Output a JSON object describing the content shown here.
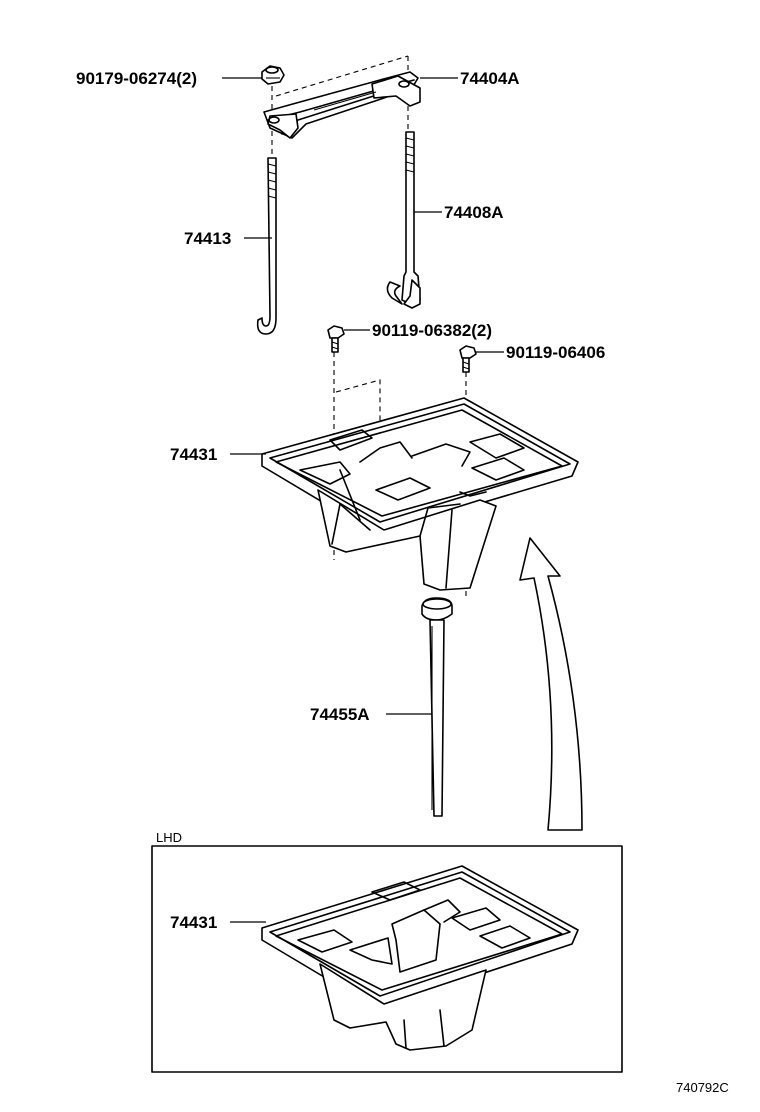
{
  "labels": {
    "bolt_top": "90179-06274(2)",
    "clamp": "74404A",
    "rod_left": "74413",
    "rod_right": "74408A",
    "bolt_mid_left": "90119-06382(2)",
    "bolt_mid_right": "90119-06406",
    "tray_upper": "74431",
    "drain_pipe": "74455A",
    "tray_lower": "74431",
    "variant_box": "LHD",
    "drawing_code": "740792C"
  },
  "colors": {
    "ink": "#000000",
    "paper": "#ffffff"
  }
}
